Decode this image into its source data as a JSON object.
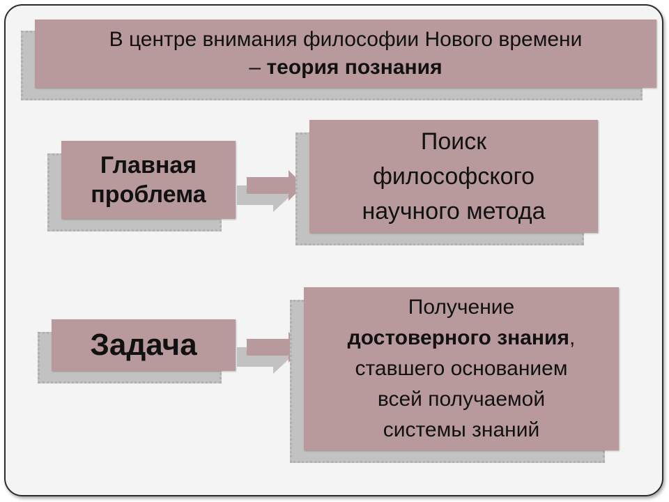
{
  "title": {
    "line1": "В центре внимания философии Нового времени",
    "line2_prefix": "– ",
    "line2_bold": "теория познания"
  },
  "row1": {
    "label_line1": "Главная",
    "label_line2": "проблема",
    "text_line1": "Поиск",
    "text_line2": "философского",
    "text_line3": "научного метода"
  },
  "row2": {
    "label": "Задача",
    "text_line1": "Получение",
    "text_line2_bold": "достоверного знания",
    "text_line2_tail": ",",
    "text_line3": "ставшего основанием",
    "text_line4": "всей получаемой",
    "text_line5": "системы знаний"
  },
  "colors": {
    "box_fill": "#b89a9c",
    "shadow_fill": "#c2c2c2",
    "frame_border": "#2c2c2c",
    "background": "#f4f4f4"
  }
}
